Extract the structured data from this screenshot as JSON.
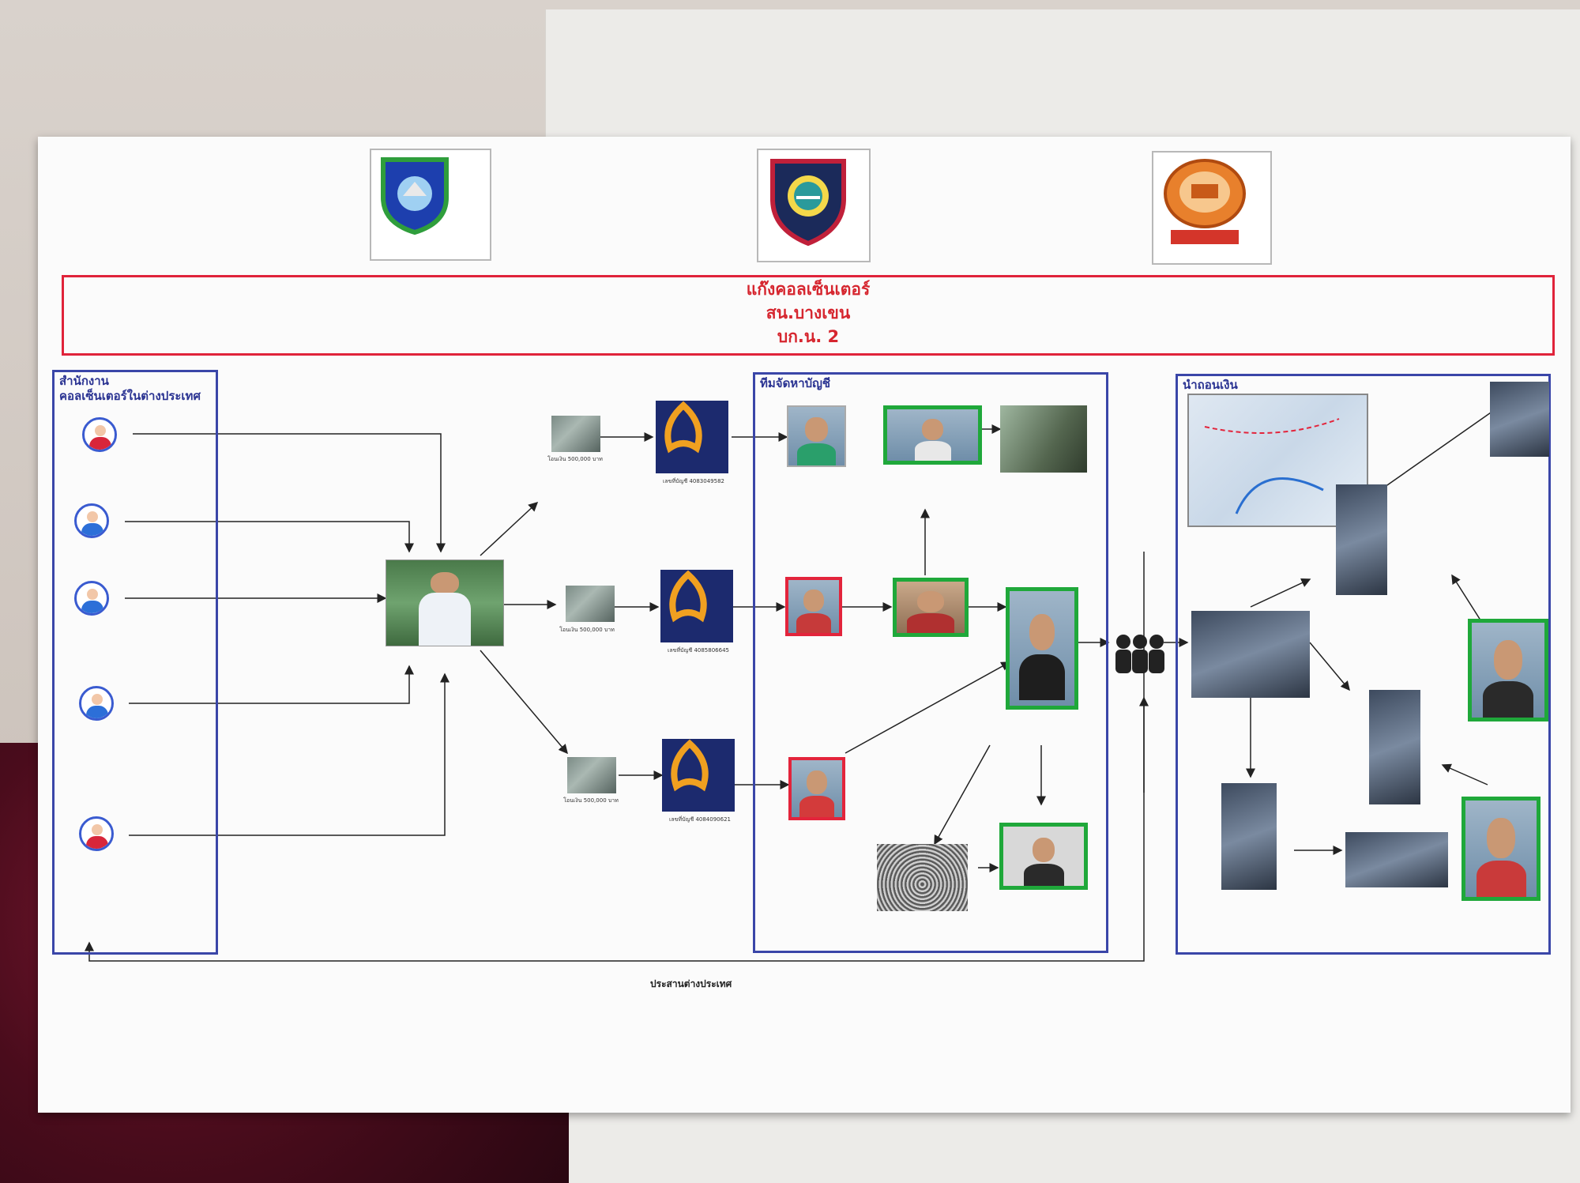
{
  "scene": {
    "description_hidden": "",
    "colors": {
      "title_red": "#d6262f",
      "section_blue": "#3a46a8",
      "bank_navy": "#1c2a6e",
      "bank_gold": "#f0a020",
      "frame_green": "#1fa83a",
      "frame_red": "#e3243b"
    }
  },
  "title": {
    "line1": "แก๊งคอลเซ็นเตอร์",
    "line2": "สน.บางเขน",
    "line3": "บก.น. 2"
  },
  "sections": {
    "left_label_1": "สำนักงาน",
    "left_label_2": "คอลเซ็นเตอร์ในต่างประเทศ",
    "middle_label": "ทีมจัดหาบัญชี",
    "right_label": "นำถอนเงิน"
  },
  "accounts": [
    {
      "label": "เลขที่บัญชี 4083049582",
      "transfer": "โอนเงิน 500,000 บาท"
    },
    {
      "label": "เลขที่บัญชี 4085806645",
      "transfer": "โอนเงิน 500,000 บาท"
    },
    {
      "label": "เลขที่บัญชี 4084090621",
      "transfer": "โอนเงิน 500,000 บาท"
    }
  ],
  "footer": {
    "label": "ประสานต่างประเทศ"
  },
  "icons": {
    "logo_1": "police-shield-icon",
    "logo_2": "tourist-police-badge-icon",
    "logo_3": "metropolitan-police-seal-icon",
    "bank": "bank-leaf-logo-icon",
    "unknown": "unknown-persons-icon"
  }
}
